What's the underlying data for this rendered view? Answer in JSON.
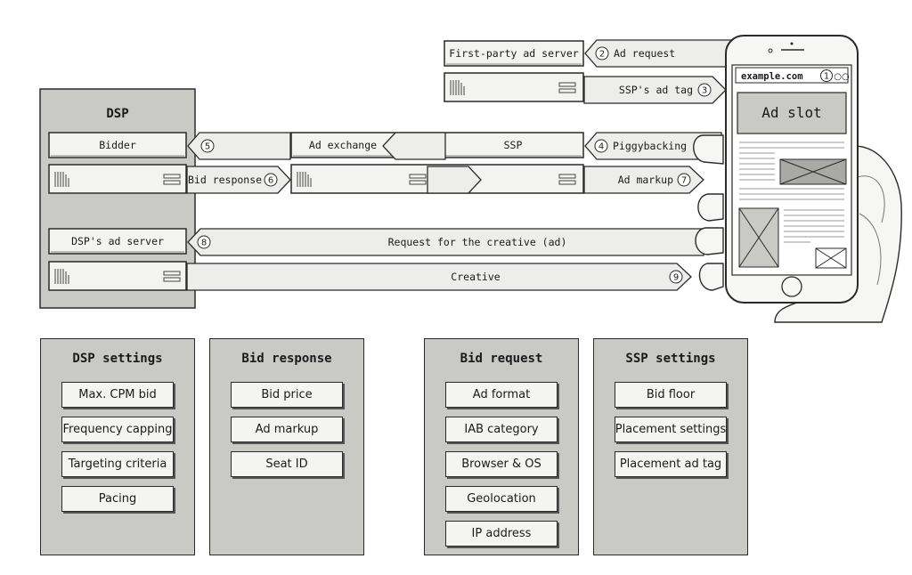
{
  "dsp_box": {
    "title": "DSP"
  },
  "phone": {
    "url": "example.com",
    "ad_slot": "Ad slot"
  },
  "servers": {
    "first_party": "First-party ad server",
    "bidder": "Bidder",
    "ad_exchange": "Ad exchange",
    "ssp": "SSP",
    "dsp_ad_server": "DSP's ad server"
  },
  "flows": [
    {
      "num": "1",
      "label": ""
    },
    {
      "num": "2",
      "label": "Ad request"
    },
    {
      "num": "3",
      "label": "SSP's ad tag"
    },
    {
      "num": "4",
      "label": "Piggybacking"
    },
    {
      "num": "5",
      "label": ""
    },
    {
      "num": "6",
      "label": "Bid response"
    },
    {
      "num": "7",
      "label": "Ad markup"
    },
    {
      "num": "8",
      "label": "Request for the creative (ad)"
    },
    {
      "num": "9",
      "label": "Creative"
    }
  ],
  "panels": [
    {
      "title": "DSP settings",
      "items": [
        "Max. CPM bid",
        "Frequency capping",
        "Targeting criteria",
        "Pacing"
      ]
    },
    {
      "title": "Bid response",
      "items": [
        "Bid price",
        "Ad markup",
        "Seat ID"
      ]
    },
    {
      "title": "Bid request",
      "items": [
        "Ad format",
        "IAB category",
        "Browser & OS",
        "Geolocation",
        "IP address"
      ]
    },
    {
      "title": "SSP settings",
      "items": [
        "Bid floor",
        "Placement settings",
        "Placement ad tag"
      ]
    }
  ]
}
